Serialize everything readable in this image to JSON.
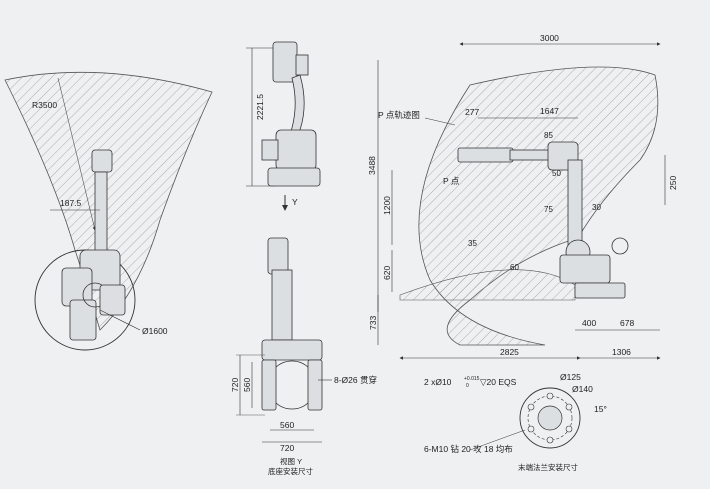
{
  "top_view": {
    "radius_label": "R3500",
    "offset_label": "187.5",
    "base_diameter_label": "Ø1600"
  },
  "front_view": {
    "height_label": "2221.5",
    "view_arrow_label": "Y"
  },
  "base_view": {
    "left_dim_outer": "720",
    "left_dim_inner": "560",
    "bottom_dim_inner": "560",
    "bottom_dim_outer": "720",
    "hole_note": "8-Ø26 贯穿",
    "caption_line1": "视图 Y",
    "caption_line2": "底座安装尺寸"
  },
  "workspace_view": {
    "top_width": "3000",
    "reach_1647": "1647",
    "offset_277": "277",
    "trajectory_label": "P 点轨迹图",
    "p_point_label": "P 点",
    "total_height": "3488",
    "dim_1200": "1200",
    "dim_620": "620",
    "dim_733": "733",
    "dim_250": "250",
    "dim_400": "400",
    "dim_678": "678",
    "dim_2825": "2825",
    "dim_1306": "1306",
    "angle_85": "85",
    "angle_50": "50",
    "angle_30": "30",
    "angle_75": "75",
    "angle_35": "35",
    "angle_60": "60"
  },
  "flange_view": {
    "note_pin": "2 xØ10",
    "tol_upper": "+0.015",
    "tol_lower": "0",
    "note_pin_tail": "▽20 EQS",
    "dia_125": "Ø125",
    "dia_140": "Ø140",
    "angle_15": "15°",
    "thread_note": "6-M10 钻 20 攻 18 均布",
    "caption": "末端法兰安装尺寸"
  },
  "colors": {
    "background": "#eef0f2",
    "line": "#333333",
    "hatch": "#9a9a9a"
  }
}
